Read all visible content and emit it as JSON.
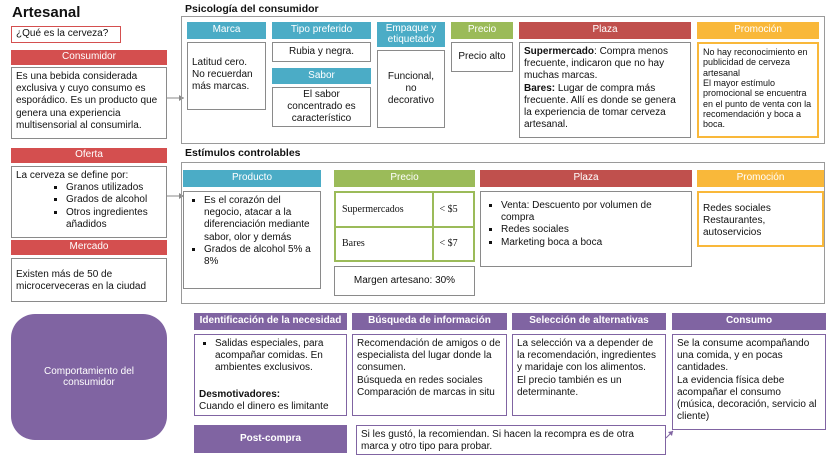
{
  "title": "Artesanal",
  "left": {
    "question": "¿Qué es la cerveza?",
    "consumidor": {
      "header": "Consumidor",
      "text": "Es una bebida considerada exclusiva y cuyo consumo es esporádico. Es un producto que genera una experiencia multisensorial al consumirla."
    },
    "oferta": {
      "header": "Oferta",
      "intro": "La cerveza se define por:",
      "items": [
        "Granos utilizados",
        "Grados de alcohol",
        "Otros ingredientes añadidos"
      ]
    },
    "mercado": {
      "header": "Mercado",
      "text": "Existen más de 50 de microcerveceras en la ciudad"
    },
    "comportamiento": "Comportamiento del consumidor"
  },
  "psicologia": {
    "title": "Psicología del consumidor",
    "marca": {
      "header": "Marca",
      "text": "Latitud cero. No recuerdan más marcas."
    },
    "tipo": {
      "header": "Tipo preferido",
      "text": "Rubia y negra."
    },
    "sabor": {
      "header": "Sabor",
      "text": "El sabor concentrado es característico"
    },
    "empaque": {
      "header": "Empaque y etiquetado",
      "text": "Funcional, no decorativo"
    },
    "precio": {
      "header": "Precio",
      "text": "Precio alto"
    },
    "plaza": {
      "header": "Plaza",
      "super_label": "Supermercado",
      "super_text": ": Compra menos frecuente, indicaron que no hay muchas marcas.",
      "bares_label": "Bares:",
      "bares_text": " Lugar de compra más frecuente. Allí es donde se genera la experiencia de tomar cerveza artesanal."
    },
    "promocion": {
      "header": "Promoción",
      "text1": "No hay reconocimiento en publicidad de cerveza artesanal",
      "text2": "El mayor estímulo promocional se encuentra en el punto de venta con la recomendación y boca a boca."
    }
  },
  "estimulos": {
    "title": "Estímulos controlables",
    "producto": {
      "header": "Producto",
      "items": [
        "Es el corazón del negocio, atacar a la diferenciación mediante sabor, olor y demás",
        "Grados de alcohol 5% a 8%"
      ]
    },
    "precio": {
      "header": "Precio",
      "rows": [
        {
          "label": "Supermercados",
          "value": "< $5"
        },
        {
          "label": "Bares",
          "value": "< $7"
        }
      ],
      "margen": "Margen artesano: 30%"
    },
    "plaza": {
      "header": "Plaza",
      "items": [
        "Venta: Descuento por volumen de compra",
        "Redes sociales",
        "Marketing boca a boca"
      ]
    },
    "promocion": {
      "header": "Promoción",
      "text": "Redes sociales Restaurantes, autoservicios"
    }
  },
  "proceso": {
    "identificacion": {
      "header": "Identificación de la necesidad",
      "item": "Salidas especiales, para acompañar comidas. En ambientes exclusivos.",
      "desmot_label": "Desmotivadores:",
      "desmot_text": "Cuando el dinero es limitante"
    },
    "busqueda": {
      "header": "Búsqueda de información",
      "text1": "Recomendación de amigos o de especialista del lugar donde la consumen.",
      "text2": "Búsqueda en redes sociales",
      "text3": "Comparación de marcas in situ"
    },
    "seleccion": {
      "header": "Selección de alternativas",
      "text1": "La selección va a depender de la recomendación, ingredientes y maridaje con los alimentos.",
      "text2": "El precio también es un determinante."
    },
    "consumo": {
      "header": "Consumo",
      "text1": "Se la consume acompañando una comida, y en pocas cantidades.",
      "text2": "La evidencia física debe acompañar el consumo (música, decoración, servicio al cliente)"
    },
    "postcompra": {
      "header": "Post-compra",
      "text": "Si les gustó, la recomiendan. Si hacen la recompra es de otra marca y otro tipo para probar."
    }
  }
}
